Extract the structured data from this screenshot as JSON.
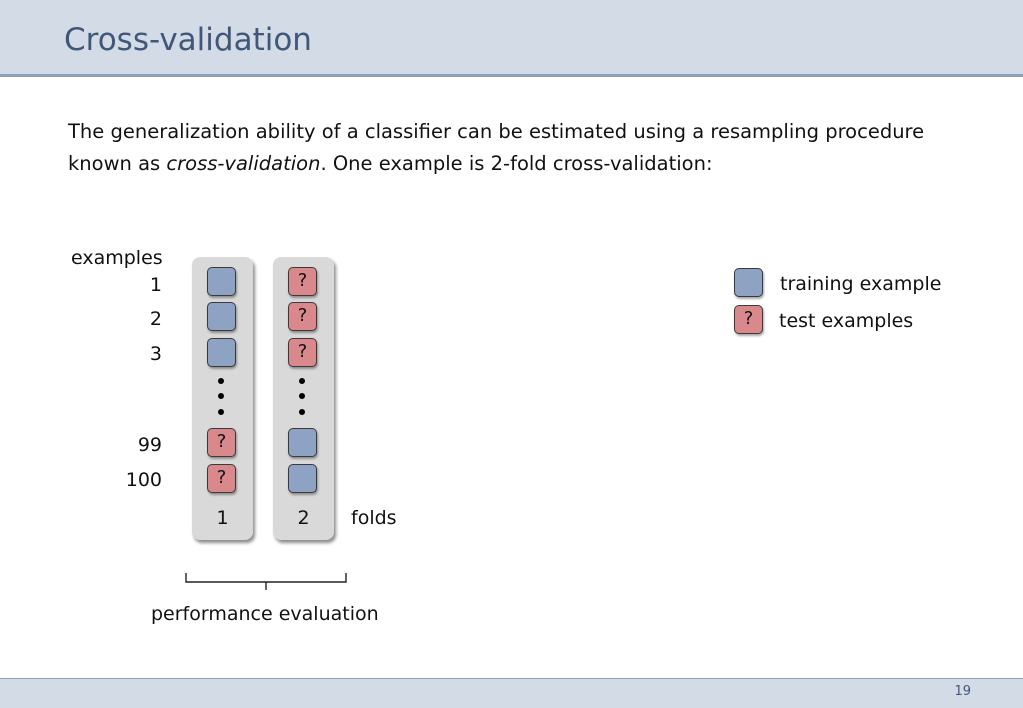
{
  "slide": {
    "title": "Cross-validation",
    "intro": {
      "part1": "The generalization ability of a classifier can be estimated using a resampling procedure known as ",
      "emphasis": "cross-validation",
      "part2": ". One example is 2-fold cross-validation:"
    },
    "page_number": "19"
  },
  "diagram": {
    "examples_label": "examples",
    "example_numbers": [
      "1",
      "2",
      "3",
      "99",
      "100"
    ],
    "folds_label": "folds",
    "fold_labels": [
      "1",
      "2"
    ],
    "test_mark": "?",
    "fold_1": [
      "training",
      "training",
      "training",
      "test",
      "test"
    ],
    "fold_2": [
      "test",
      "test",
      "test",
      "training",
      "training"
    ],
    "brace_label": "performance evaluation",
    "colors": {
      "training": "#8ea3c4",
      "test": "#d9888c",
      "column": "#d9d9d9"
    }
  },
  "legend": {
    "training_label": "training example",
    "test_label": "test examples",
    "test_mark": "?"
  }
}
